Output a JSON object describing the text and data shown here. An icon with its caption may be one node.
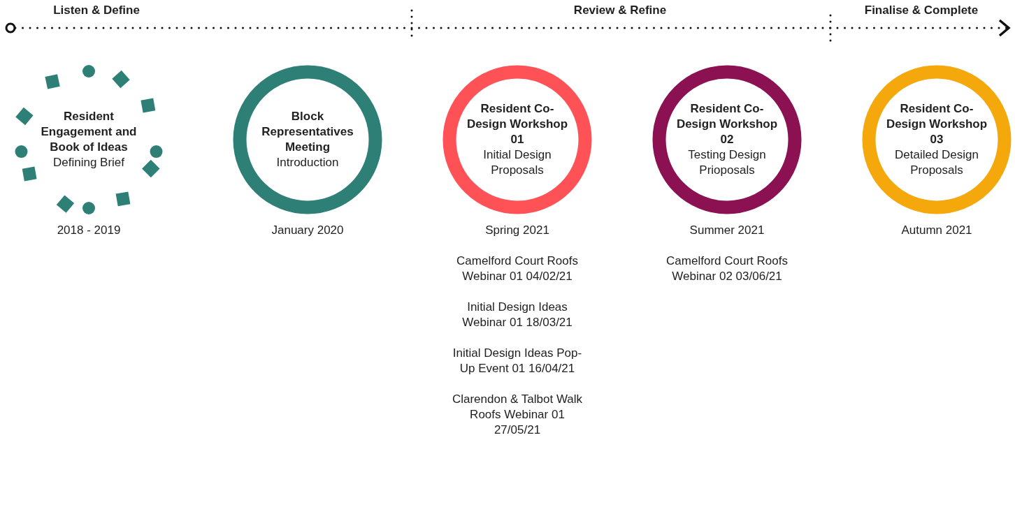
{
  "diagram": {
    "nodes": [
      {
        "text": [
          "Resident Engagement and Book of Ideas",
          "Defining Brief"
        ],
        "beside": [
          "2018 - 2019"
        ]
      },
      {
        "text": [
          "Block Representatives Meeting",
          "Introduction"
        ],
        "beside": [
          "January 2020"
        ]
      },
      {
        "text": [
          "Resident Co-Design Workshop 01",
          "Initial Design Proposals"
        ],
        "beside": [
          "Spring 2021",
          "Camelford Court Roofs Webinar 01 04/02/21",
          "Initial Design Ideas Webinar 01 18/03/21",
          "Initial Design Ideas Pop-Up Event 01 16/04/21",
          "Clarendon & Talbot Walk Roofs Webinar 01 27/05/21"
        ]
      },
      {
        "text": [
          "Resident Co-Design Workshop 02",
          "Testing Design Prioposals"
        ],
        "beside": [
          "Summer 2021",
          "Camelford Court Roofs Webinar 02 03/06/21"
        ]
      },
      {
        "text": [
          "Resident Co-Design Workshop 03",
          "Detailed Design Proposals"
        ],
        "beside": [
          "Autumn 2021"
        ]
      }
    ],
    "edges": [],
    "labels": [
      "Listen & Define",
      "Review & Refine",
      "Finalise & Complete"
    ]
  }
}
